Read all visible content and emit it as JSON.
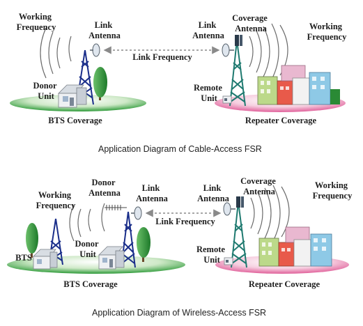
{
  "diagrams": [
    {
      "caption": "Application Diagram of Cable-Access FSR",
      "labels": {
        "working_frequency_left": [
          "Working",
          "Frequency"
        ],
        "link_antenna_left": [
          "Link",
          "Antenna"
        ],
        "donor_unit": [
          "Donor",
          "Unit"
        ],
        "link_frequency": "Link Frequency",
        "link_antenna_right": [
          "Link",
          "Antenna"
        ],
        "coverage_antenna": [
          "Coverage",
          "Antenna"
        ],
        "working_frequency_right": [
          "Working",
          "Frequency"
        ],
        "remote_unit": [
          "Remote",
          "Unit"
        ],
        "bts_coverage": "BTS Coverage",
        "repeater_coverage": "Repeater Coverage"
      }
    },
    {
      "caption": "Application Diagram of Wireless-Access FSR",
      "labels": {
        "working_frequency_left": [
          "Working",
          "Frequency"
        ],
        "donor_antenna": [
          "Donor",
          "Antenna"
        ],
        "link_antenna_left": [
          "Link",
          "Antenna"
        ],
        "bts": "BTS",
        "donor_unit": [
          "Donor",
          "Unit"
        ],
        "link_frequency": "Link Frequency",
        "link_antenna_right": [
          "Link",
          "Antenna"
        ],
        "coverage_antenna": [
          "Coverage",
          "Antenna"
        ],
        "working_frequency_right": [
          "Working",
          "Frequency"
        ],
        "remote_unit": [
          "Remote",
          "Unit"
        ],
        "bts_coverage": "BTS Coverage",
        "repeater_coverage": "Repeater Coverage"
      }
    }
  ],
  "colors": {
    "bts_ground": "#2f9b3a",
    "repeater_ground": "#e0609a",
    "bts_tower": "#1a2e8a",
    "repeater_tower": "#1f7a70",
    "tree": "#2a8a35",
    "link_arrow": "#8a8a8a"
  }
}
